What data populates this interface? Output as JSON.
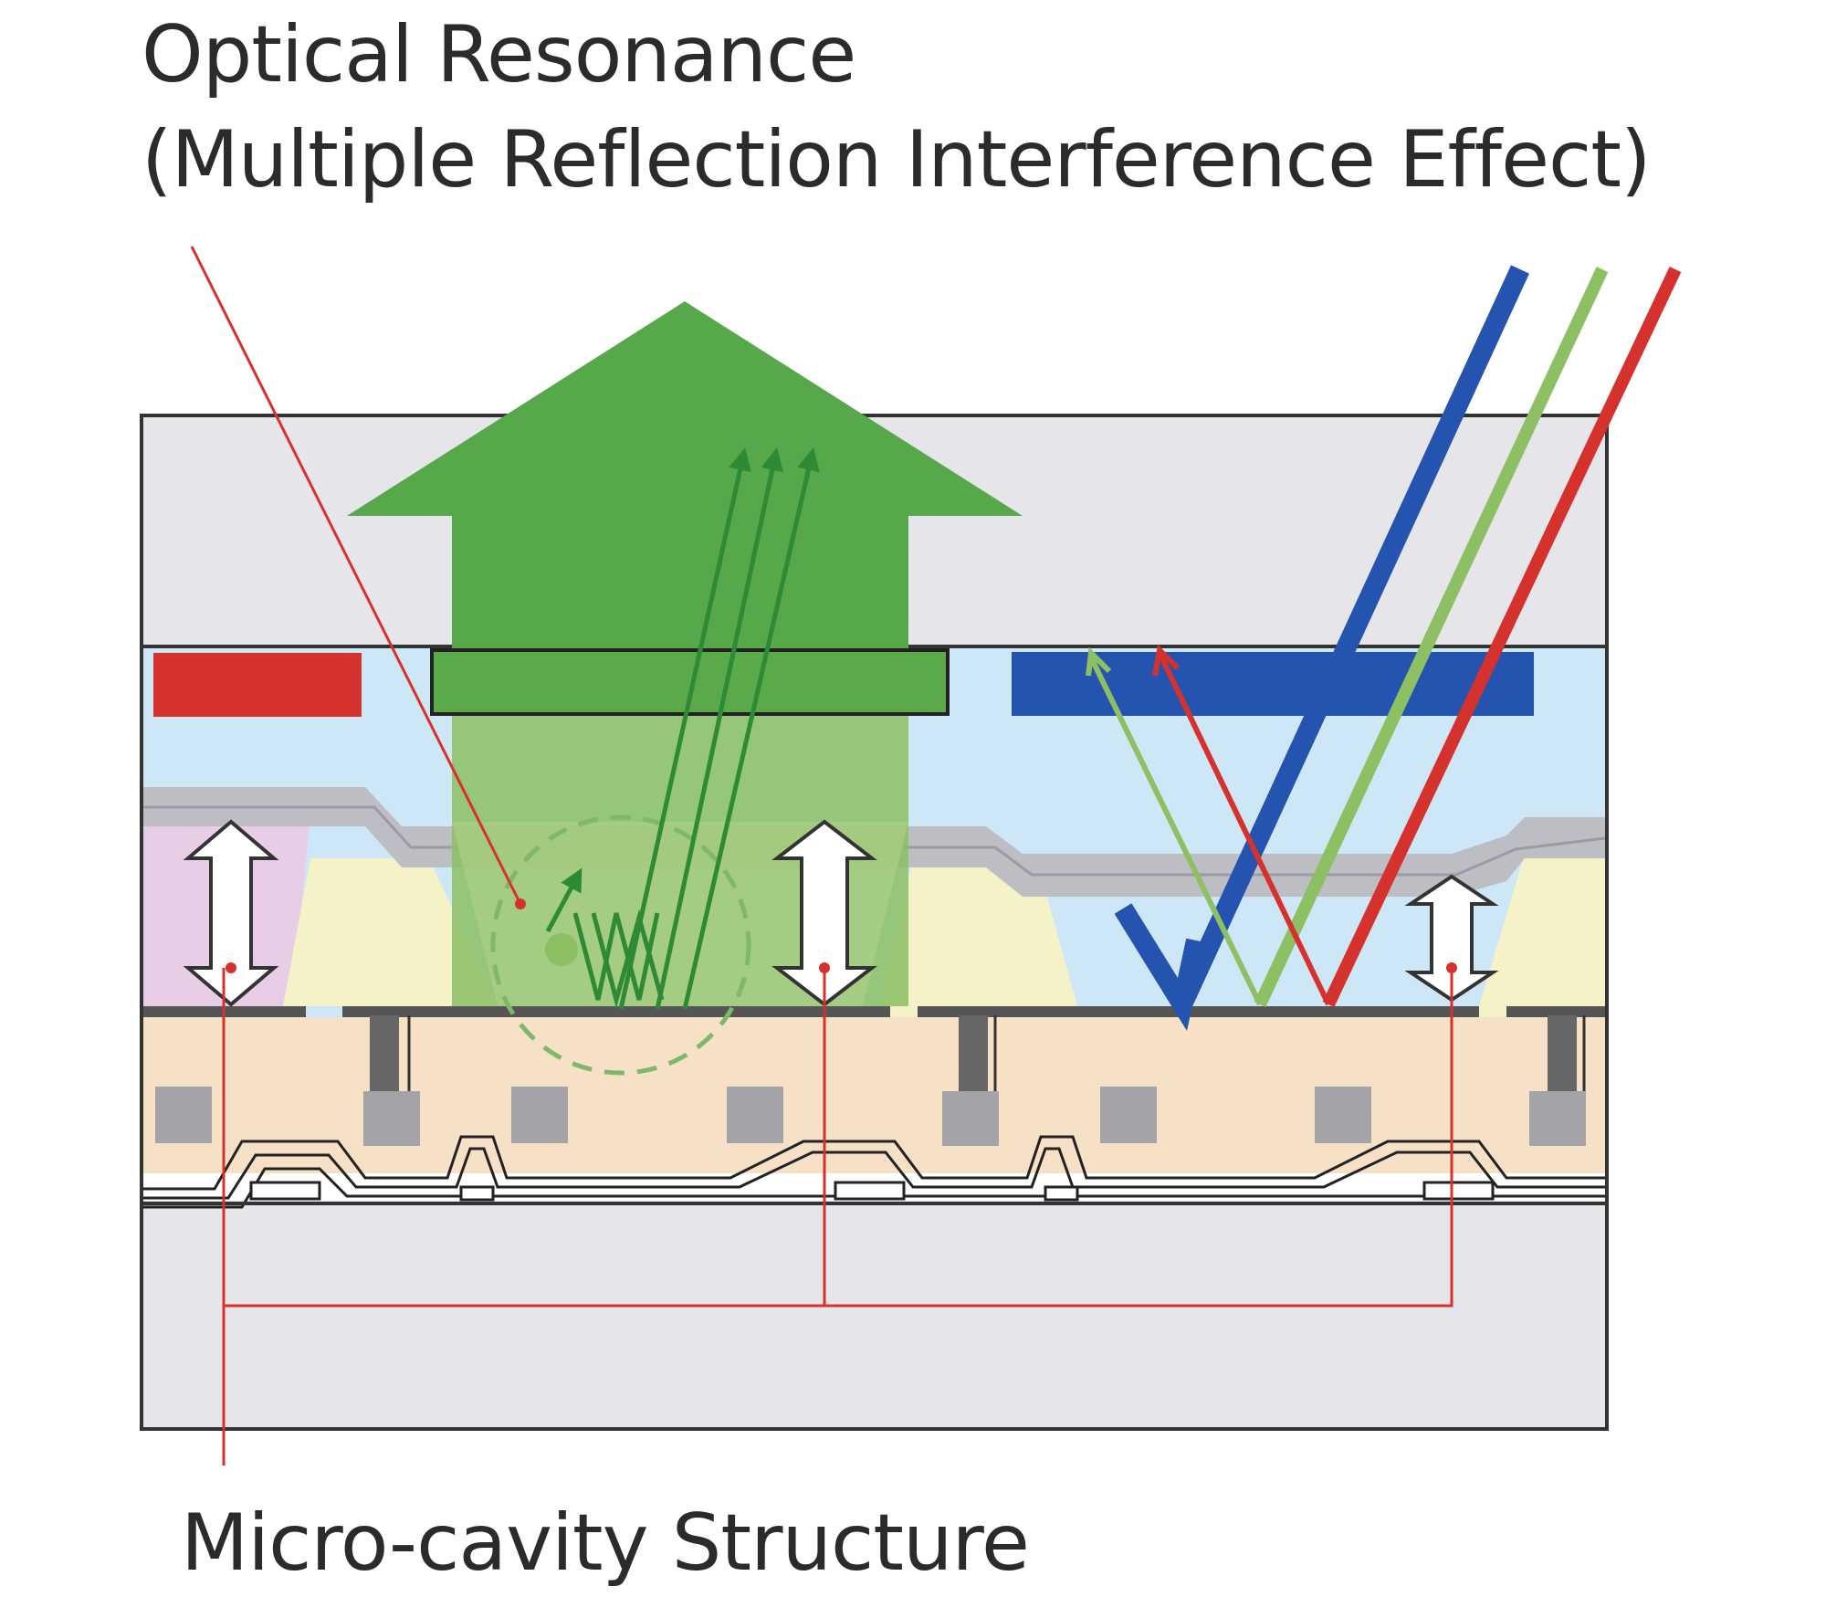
{
  "labels": {
    "title_line1": "Optical Resonance",
    "title_line2": "(Multiple Reflection Interference Effect)",
    "bottom": "Micro-cavity Structure"
  },
  "colors": {
    "red": "#d5312d",
    "green": "#3f9e3c",
    "green_arrow": "#57a84a",
    "blue": "#2454b0",
    "light_green": "#8cc063",
    "light_blue": "#cde7f7",
    "substrate_gray": "#e6e6ea",
    "pink": "#e7cde6",
    "cream": "#f5f2c8",
    "peach": "#f6e0c6",
    "gray_layer": "#bdbdc4",
    "dark_gray": "#555"
  }
}
